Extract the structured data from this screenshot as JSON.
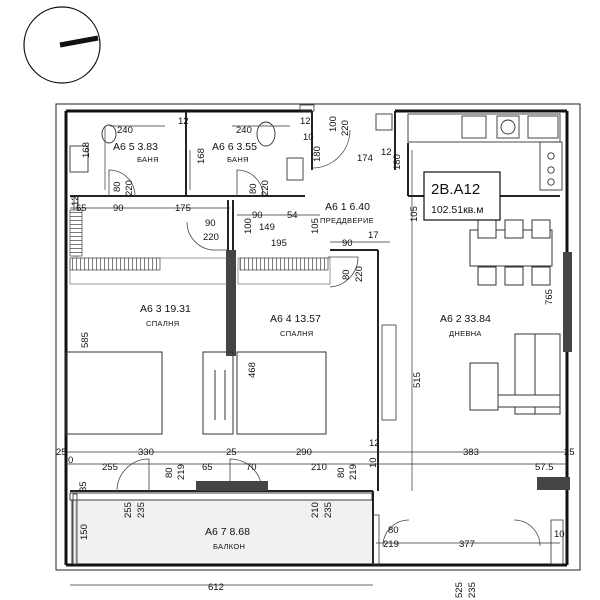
{
  "unit": {
    "code": "2B.A12",
    "area": "102.51кв.м"
  },
  "rooms": [
    {
      "id": "bath-1",
      "title": "A6 5 3.83",
      "label": "БАНЯ"
    },
    {
      "id": "bath-2",
      "title": "A6 6 3.55",
      "label": "БАНЯ"
    },
    {
      "id": "hall",
      "title": "A6 1 6.40",
      "label": "ПРЕДДВЕРИЕ"
    },
    {
      "id": "bedroom-1",
      "title": "A6 3 19.31",
      "label": "СПАЛНЯ"
    },
    {
      "id": "bedroom-2",
      "title": "A6 4 13.57",
      "label": "СПАЛНЯ"
    },
    {
      "id": "living",
      "title": "A6 2 33.84",
      "label": "ДНЕВНА"
    },
    {
      "id": "balcony",
      "title": "A6 7 8.68",
      "label": "БАЛКОН"
    }
  ],
  "dimensions": [
    "240",
    "12",
    "240",
    "12",
    "168",
    "168",
    "80",
    "220",
    "80",
    "220",
    "10",
    "100",
    "220",
    "180",
    "174",
    "12",
    "180",
    "65",
    "90",
    "175",
    "12",
    "90",
    "220",
    "90",
    "54",
    "149",
    "100",
    "105",
    "105",
    "195",
    "90",
    "17",
    "80",
    "220",
    "585",
    "468",
    "515",
    "765",
    "25",
    "330",
    "25",
    "290",
    "12",
    "383",
    "25",
    "0",
    "255",
    "80",
    "219",
    "65",
    "70",
    "210",
    "80",
    "219",
    "10",
    "57.5",
    "35",
    "255",
    "235",
    "210",
    "235",
    "150",
    "80",
    "219",
    "377",
    "10",
    "612",
    "525",
    "235"
  ]
}
